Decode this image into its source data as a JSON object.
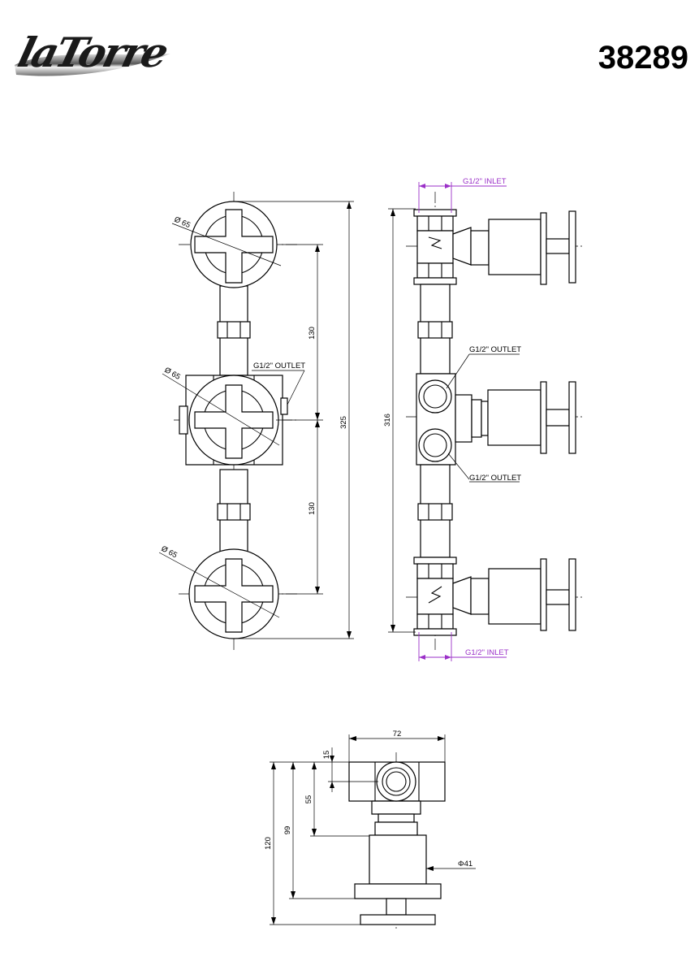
{
  "brand": {
    "name": "laTorre"
  },
  "product_code": "38289",
  "front_view": {
    "dim_total": "325",
    "dim_spacing_upper": "130",
    "dim_spacing_lower": "130",
    "dia_upper": "Ø 65",
    "dia_middle": "Ø 65",
    "dia_lower": "Ø 65",
    "outlet_label": "G1/2\" OUTLET"
  },
  "side_view": {
    "inlet_top_label": "G1/2\"  INLET",
    "inlet_bottom_label": "G1/2\"  INLET",
    "outlet_top_label": "G1/2\" OUTLET",
    "outlet_bottom_label": "G1/2\" OUTLET",
    "dim_height": "316"
  },
  "top_view": {
    "dim_width": "72",
    "dim_15": "15",
    "dim_55": "55",
    "dim_99": "99",
    "dim_120": "120",
    "dia_41": "Φ41"
  },
  "colors": {
    "ink": "#000000",
    "inlet_dimension": "#9b30c8"
  }
}
